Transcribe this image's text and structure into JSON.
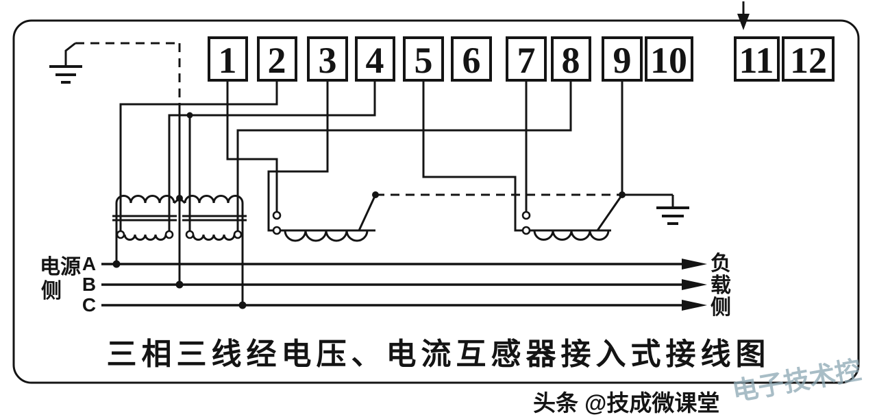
{
  "diagram": {
    "title": "三相三线经电压、电流互感器接入式接线图",
    "terminals": [
      "1",
      "2",
      "3",
      "4",
      "5",
      "6",
      "7",
      "8",
      "9",
      "10",
      "11",
      "12"
    ],
    "source_side": {
      "line1": "电源",
      "line2": "侧"
    },
    "phases": {
      "a": "A",
      "b": "B",
      "c": "C"
    },
    "load_side": {
      "line1": "负",
      "line2": "载",
      "line3": "侧"
    },
    "watermark": {
      "text": "头条 @技成微课堂",
      "faded": "电子技术控"
    },
    "colors": {
      "ink": "#141414",
      "background": "#ffffff",
      "watermark_faded": "#8ca7b3"
    }
  }
}
